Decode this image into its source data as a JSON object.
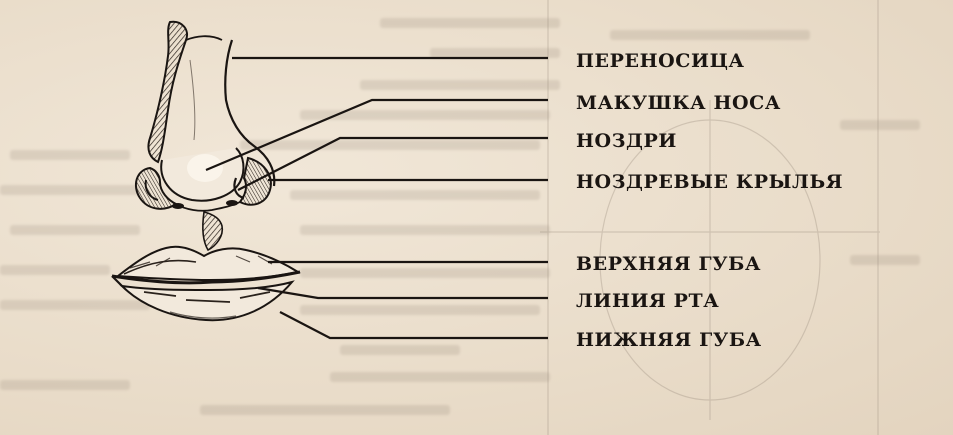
{
  "labels": {
    "bridge": "ПЕРЕНОСИЦА",
    "tip": "МАКУШКА НОСА",
    "nostrils": "НОЗДРИ",
    "wings": "НОЗДРЕВЫЕ КРЫЛЬЯ",
    "upper_lip": "ВЕРХНЯЯ ГУБА",
    "mouth_line": "ЛИНИЯ РТА",
    "lower_lip": "НИЖНЯЯ ГУБА"
  },
  "colors": {
    "paper": "#ece0cf",
    "ink": "#1a1512"
  }
}
